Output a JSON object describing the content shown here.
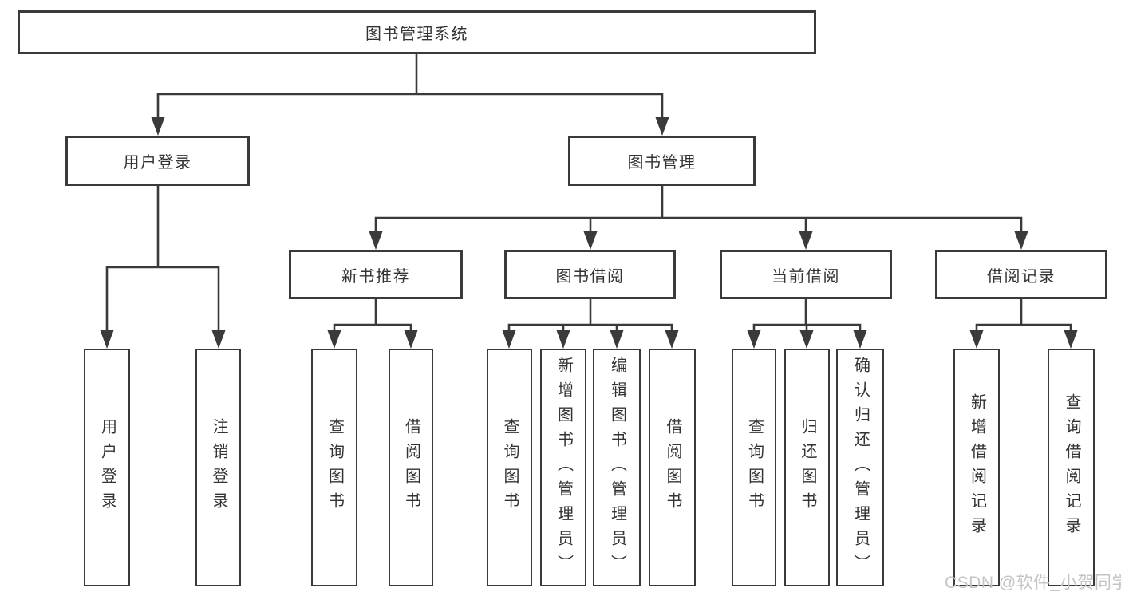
{
  "diagram": {
    "title": "图书管理系统",
    "nodes": [
      {
        "id": "root",
        "label": "图书管理系统",
        "parent": null
      },
      {
        "id": "user-login",
        "label": "用户登录",
        "parent": "root"
      },
      {
        "id": "book-mgmt",
        "label": "图书管理",
        "parent": "root"
      },
      {
        "id": "new-book-rec",
        "label": "新书推荐",
        "parent": "book-mgmt"
      },
      {
        "id": "book-borrow",
        "label": "图书借阅",
        "parent": "book-mgmt"
      },
      {
        "id": "current-borrow",
        "label": "当前借阅",
        "parent": "book-mgmt"
      },
      {
        "id": "borrow-records",
        "label": "借阅记录",
        "parent": "book-mgmt"
      },
      {
        "id": "login",
        "label": "用户登录",
        "parent": "user-login"
      },
      {
        "id": "logout",
        "label": "注销登录",
        "parent": "user-login"
      },
      {
        "id": "rec-query",
        "label": "查询图书",
        "parent": "new-book-rec"
      },
      {
        "id": "rec-borrow",
        "label": "借阅图书",
        "parent": "new-book-rec"
      },
      {
        "id": "bb-query",
        "label": "查询图书",
        "parent": "book-borrow"
      },
      {
        "id": "bb-add",
        "label": "新增图书（管理员）",
        "parent": "book-borrow"
      },
      {
        "id": "bb-edit",
        "label": "编辑图书（管理员）",
        "parent": "book-borrow"
      },
      {
        "id": "bb-borrow",
        "label": "借阅图书",
        "parent": "book-borrow"
      },
      {
        "id": "cb-query",
        "label": "查询图书",
        "parent": "current-borrow"
      },
      {
        "id": "cb-return",
        "label": "归还图书",
        "parent": "current-borrow"
      },
      {
        "id": "cb-confirm",
        "label": "确认归还（管理员）",
        "parent": "current-borrow"
      },
      {
        "id": "br-add",
        "label": "新增借阅记录",
        "parent": "borrow-records"
      },
      {
        "id": "br-query",
        "label": "查询借阅记录",
        "parent": "borrow-records"
      }
    ]
  },
  "watermark": {
    "text": "CSDN @软件_小贺同学"
  },
  "colors": {
    "line": "#3a3a3a",
    "box_border": "#3a3a3a",
    "text": "#333333",
    "box_background": "#ffffff",
    "watermark": "#c4c4c4"
  }
}
